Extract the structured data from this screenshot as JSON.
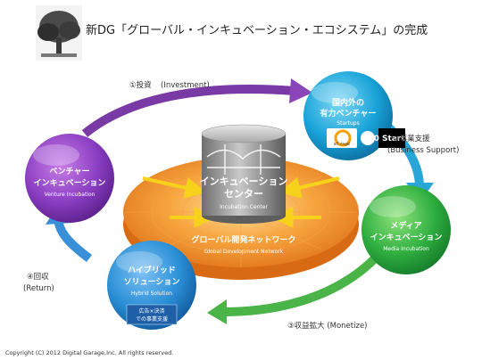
{
  "slide": {
    "title": "新DG「グローバル・インキュベーション・エコシステム」の完成",
    "copyright": "Copyright (C) 2012 Digital Garage,Inc. All rights reserved."
  },
  "arrows": {
    "investment_jp": "①投資",
    "investment_en": "(Investment)",
    "business_support_jp": "②事業支援",
    "business_support_en": "(Business Support)",
    "monetize": "③収益拡大 (Monetize)",
    "return_jp": "④回収",
    "return_en": "(Return)"
  },
  "center": {
    "title_line1": "インキュベーション",
    "title_line2": "センター",
    "subtitle": "Incubation Center",
    "network_jp": "グローバル開発ネットワーク",
    "network_en": "Global Development Network"
  },
  "nodes": {
    "startups": {
      "line1": "国内外の",
      "line2": "有力ベンチャー",
      "en": "Startups",
      "logos": [
        "IoT Angel",
        "500 Startups"
      ]
    },
    "media": {
      "line1": "メディア",
      "line2": "インキュベーション",
      "en": "Media Incubation"
    },
    "hybrid": {
      "line1": "ハイブリッド",
      "line2": "ソリューション",
      "en": "Hybrid Solution",
      "box_line1": "広告×決済",
      "box_line2": "での事業支援"
    },
    "venture": {
      "line1": "ベンチャー",
      "line2": "インキュベーション",
      "en": "Venture Incubation"
    }
  },
  "colors": {
    "startups": "#19a3d8",
    "media": "#22a64a",
    "hybrid": "#2a8fd6",
    "venture": "#8a3ec2",
    "purple_arrow": "#7a3aa6",
    "blue_arrow": "#2aa5d8",
    "green_arrow": "#4bb449",
    "lightblue_arrow": "#3a8fd9",
    "orange": "#f28a1a"
  }
}
